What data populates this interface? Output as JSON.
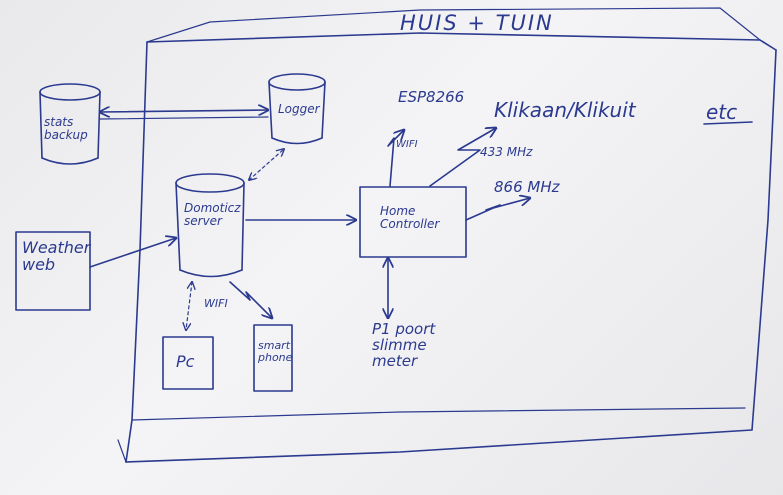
{
  "title": "HUIS + TUIN",
  "nodes": {
    "stats_backup": "stats backup",
    "logger": "Logger",
    "domoticz": "Domoticz server",
    "weather": "Weather web",
    "home_controller": "Home Controller",
    "pc": "Pc",
    "smartphone": "smart phone",
    "esp": "ESP8266",
    "klikaan": "Klikaan/Klikuit",
    "etc": "etc",
    "p1": "P1 poort slimme meter"
  },
  "links": {
    "wifi_esp": "WIFI",
    "freq433": "433 MHz",
    "freq866": "866 MHz",
    "wifi_server": "WIFI"
  }
}
